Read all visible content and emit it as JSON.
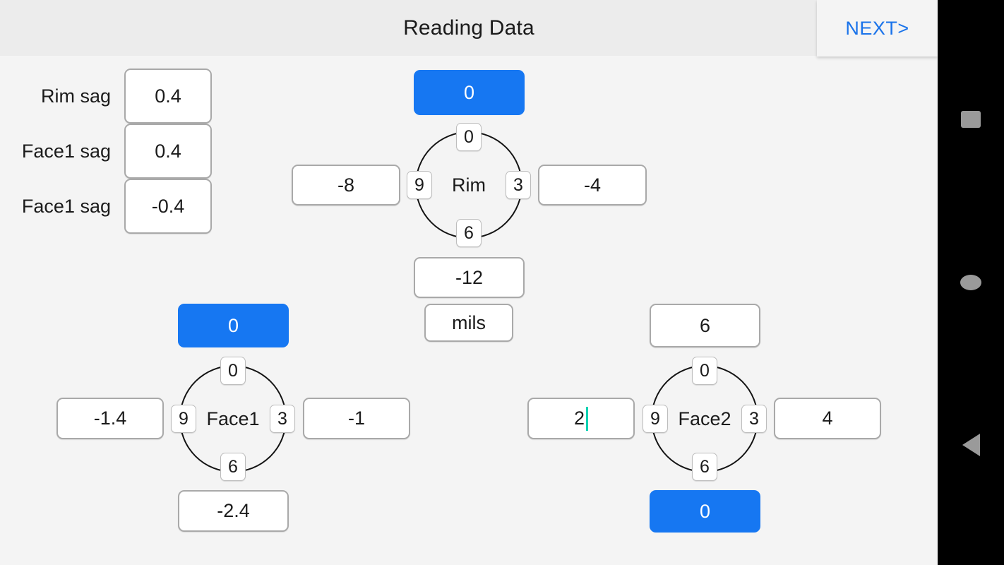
{
  "header": {
    "title": "Reading Data",
    "next_label": "NEXT>"
  },
  "sag_rows": [
    {
      "label": "Rim sag",
      "value": "0.4"
    },
    {
      "label": "Face1 sag",
      "value": "0.4"
    },
    {
      "label": "Face1 sag",
      "value": "-0.4"
    }
  ],
  "units": {
    "value": "mils"
  },
  "dials": [
    {
      "name": "Rim",
      "ticks": {
        "top": "0",
        "right": "3",
        "bottom": "6",
        "left": "9"
      },
      "readings": {
        "top": {
          "value": "0",
          "highlighted": true,
          "focused": false
        },
        "left": {
          "value": "-8",
          "highlighted": false,
          "focused": false
        },
        "right": {
          "value": "-4",
          "highlighted": false,
          "focused": false
        },
        "bottom": {
          "value": "-12",
          "highlighted": false,
          "focused": false
        }
      }
    },
    {
      "name": "Face1",
      "ticks": {
        "top": "0",
        "right": "3",
        "bottom": "6",
        "left": "9"
      },
      "readings": {
        "top": {
          "value": "0",
          "highlighted": true,
          "focused": false
        },
        "left": {
          "value": "-1.4",
          "highlighted": false,
          "focused": false
        },
        "right": {
          "value": "-1",
          "highlighted": false,
          "focused": false
        },
        "bottom": {
          "value": "-2.4",
          "highlighted": false,
          "focused": false
        }
      }
    },
    {
      "name": "Face2",
      "ticks": {
        "top": "0",
        "right": "3",
        "bottom": "6",
        "left": "9"
      },
      "readings": {
        "top": {
          "value": "6",
          "highlighted": false,
          "focused": false
        },
        "left": {
          "value": "2",
          "highlighted": false,
          "focused": true
        },
        "right": {
          "value": "4",
          "highlighted": false,
          "focused": false
        },
        "bottom": {
          "value": "0",
          "highlighted": true,
          "focused": false
        }
      }
    }
  ],
  "navbar": {
    "recent_label": "recents",
    "home_label": "home",
    "back_label": "back"
  },
  "colors": {
    "accent_blue": "#1677f2",
    "link_blue": "#1a73ea",
    "caret_teal": "#00d2b3",
    "page_bg": "#f4f4f4",
    "appbar_bg": "#ececec",
    "nav_bg": "#000000",
    "nav_glyph": "#9a9a9a"
  }
}
